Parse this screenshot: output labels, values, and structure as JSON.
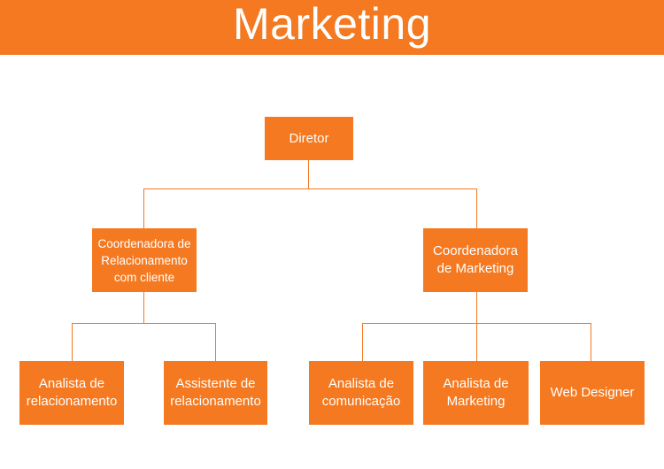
{
  "header": {
    "title": "Marketing"
  },
  "chart": {
    "root": "Diretor",
    "coordinators": [
      "Coordenadora de Relacionamento com cliente",
      "Coordenadora de Marketing"
    ],
    "left_team": [
      "Analista de relacionamento",
      "Assistente de relacionamento"
    ],
    "right_team": [
      "Analista de comunicação",
      "Analista de Marketing",
      "Web Designer"
    ]
  },
  "colors": {
    "accent": "#F47920"
  }
}
